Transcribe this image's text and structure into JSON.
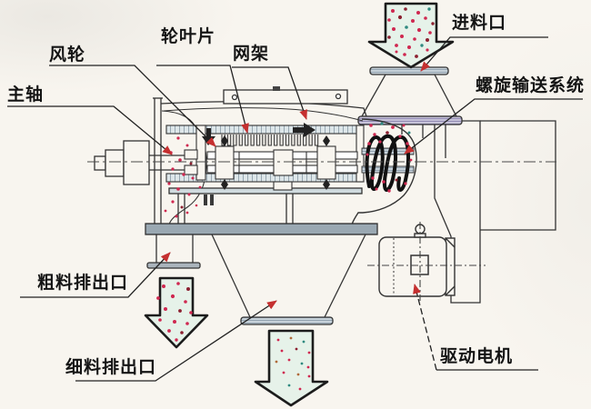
{
  "diagram": {
    "kind": "mechanical-cutaway-diagram",
    "subject": "airflow-centrifugal-sifter",
    "labels": {
      "main_shaft": "主轴",
      "fan_wheel": "风轮",
      "wheel_blade": "轮叶片",
      "mesh_frame": "网架",
      "feed_inlet": "进料口",
      "screw_conveyor": "螺旋输送系统",
      "coarse_outlet": "粗料排出口",
      "fine_outlet": "细料排出口",
      "drive_motor": "驱动电机"
    },
    "colors": {
      "background": "#f8f5ef",
      "line": "#333333",
      "leader_arrow_red": "#c53030",
      "particle_red": "#cf2850",
      "particle_maroon": "#8c2030",
      "particle_teal": "#2f8a80",
      "flange_blue": "#c7d2da",
      "flange_lavender": "#c6c2d8",
      "flow_arrow_fill": "#e6f2e9"
    }
  }
}
